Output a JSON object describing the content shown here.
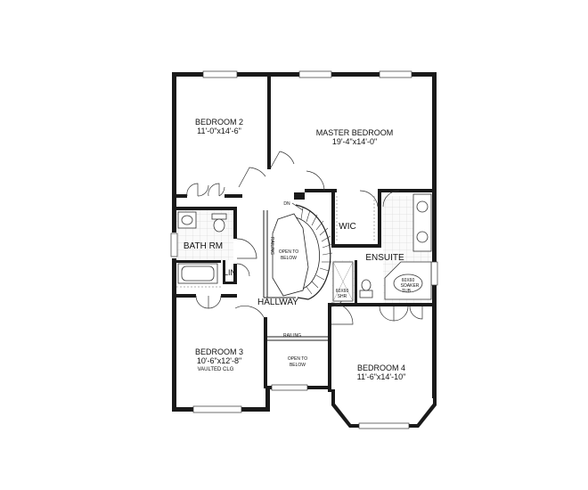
{
  "rooms": {
    "bedroom2": {
      "name": "BEDROOM 2",
      "dims": "11'-0\"x14'-6\""
    },
    "master": {
      "name": "MASTER BEDROOM",
      "dims": "19'-4\"x14'-0\""
    },
    "bedroom3": {
      "name": "BEDROOM 3",
      "dims": "10'-6\"x12'-8\"",
      "note": "VAULTED CLG"
    },
    "bedroom4": {
      "name": "BEDROOM 4",
      "dims": "11'-6\"x14'-10\""
    },
    "bath": {
      "name": "BATH RM"
    },
    "lin": {
      "name": "LIN"
    },
    "wic": {
      "name": "WIC"
    },
    "ensuite": {
      "name": "ENSUITE"
    },
    "hallway": {
      "name": "HALLWAY"
    }
  },
  "annotations": {
    "dn": "DN",
    "railing_vertical": "RAILING",
    "railing_horizontal": "RAILING",
    "open_to_below_stair_1": "OPEN TO",
    "open_to_below_stair_2": "BELOW",
    "open_to_below_lower_1": "OPEN TO",
    "open_to_below_lower_2": "BELOW",
    "shower_1": "60X60",
    "shower_2": "SHR",
    "tub_1": "60X60",
    "tub_2": "SOAKER",
    "tub_3": "TUB"
  }
}
